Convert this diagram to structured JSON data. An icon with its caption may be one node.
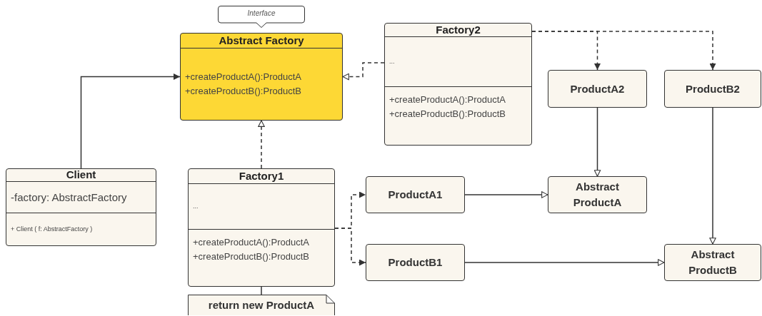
{
  "diagram": {
    "nodes": [
      {
        "text": [
          "Interface"
        ]
      },
      {
        "text": [
          "Abstract Factory",
          "+createProductA():ProductA",
          "+createProductB():ProductB"
        ]
      },
      {
        "text": [
          "Factory2",
          "...",
          "+createProductA():ProductA",
          "+createProductB():ProductB"
        ]
      },
      {
        "text": [
          "ProductA2"
        ]
      },
      {
        "text": [
          "ProductB2"
        ]
      },
      {
        "text": [
          "Client",
          "-factory: AbstractFactory",
          "+ Client ( f: AbstractFactory )"
        ]
      },
      {
        "text": [
          "Factory1",
          "...",
          "+createProductA():ProductA",
          "+createProductB():ProductB"
        ]
      },
      {
        "text": [
          "ProductA1"
        ]
      },
      {
        "text": [
          "Abstract ProductA"
        ]
      },
      {
        "text": [
          "ProductB1"
        ]
      },
      {
        "text": [
          "Abstract ProductB"
        ]
      },
      {
        "text": [
          "return new ProductA"
        ]
      }
    ],
    "edges": [
      {
        "from": 5,
        "to": 1,
        "arrow": "to"
      },
      {
        "from": 6,
        "to": 1,
        "arrow": "to",
        "style": "dashed"
      },
      {
        "from": 2,
        "to": 1,
        "arrow": "to",
        "style": "dashed"
      },
      {
        "from": 2,
        "to": 3,
        "arrow": "to",
        "style": "dashed"
      },
      {
        "from": 2,
        "to": 4,
        "arrow": "to",
        "style": "dashed"
      },
      {
        "from": 6,
        "to": 7,
        "arrow": "to",
        "style": "dashed"
      },
      {
        "from": 6,
        "to": 9,
        "arrow": "to",
        "style": "dashed"
      },
      {
        "from": 3,
        "to": 8,
        "arrow": "to"
      },
      {
        "from": 7,
        "to": 8,
        "arrow": "to"
      },
      {
        "from": 4,
        "to": 10,
        "arrow": "to"
      },
      {
        "from": 9,
        "to": 10,
        "arrow": "to"
      },
      {
        "from": 11,
        "to": 6,
        "arrow": "none"
      }
    ]
  }
}
